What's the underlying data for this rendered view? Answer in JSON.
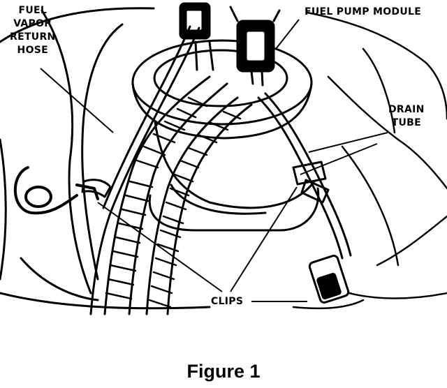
{
  "labels": {
    "fuel_vapor_return_hose": [
      "FUEL",
      "VAPOR",
      "RETURN",
      "HOSE"
    ],
    "fuel_pump_module": "FUEL PUMP MODULE",
    "drain_tube": [
      "DRAIN",
      "TUBE"
    ],
    "clips": "CLIPS"
  },
  "caption": "Figure 1",
  "colors": {
    "ink": "#000000",
    "paper": "#ffffff"
  }
}
